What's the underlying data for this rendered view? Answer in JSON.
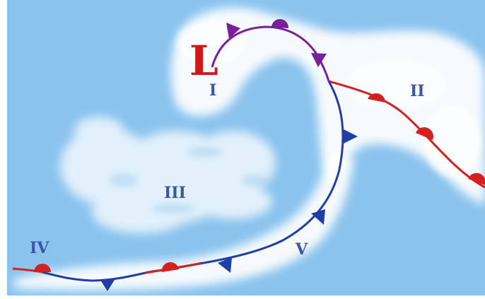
{
  "diagram": {
    "low_label": "L",
    "regions": [
      {
        "id": "I",
        "label": "I"
      },
      {
        "id": "II",
        "label": "II"
      },
      {
        "id": "III",
        "label": "III"
      },
      {
        "id": "IV",
        "label": "IV"
      },
      {
        "id": "V",
        "label": "V"
      }
    ]
  },
  "colors": {
    "sky": "#8ac3ee",
    "cloud": "#ffffff",
    "warm_front": "#d42020",
    "cold_front": "#1f3ea8",
    "occluded_front": "#7a1f9a",
    "low_pressure": "#d21818",
    "region_label": "#3a56a8"
  }
}
